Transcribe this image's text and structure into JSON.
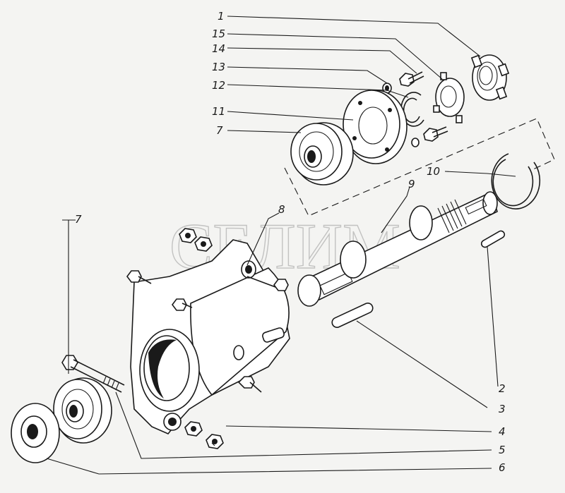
{
  "watermark": "СЕЛИМ",
  "callouts": {
    "c1": "1",
    "c15": "15",
    "c14": "14",
    "c13": "13",
    "c12": "12",
    "c11": "11",
    "c7_top": "7",
    "c8": "8",
    "c9": "9",
    "c10": "10",
    "c7_left": "7",
    "c2": "2",
    "c3": "3",
    "c4": "4",
    "c5": "5",
    "c6": "6"
  }
}
